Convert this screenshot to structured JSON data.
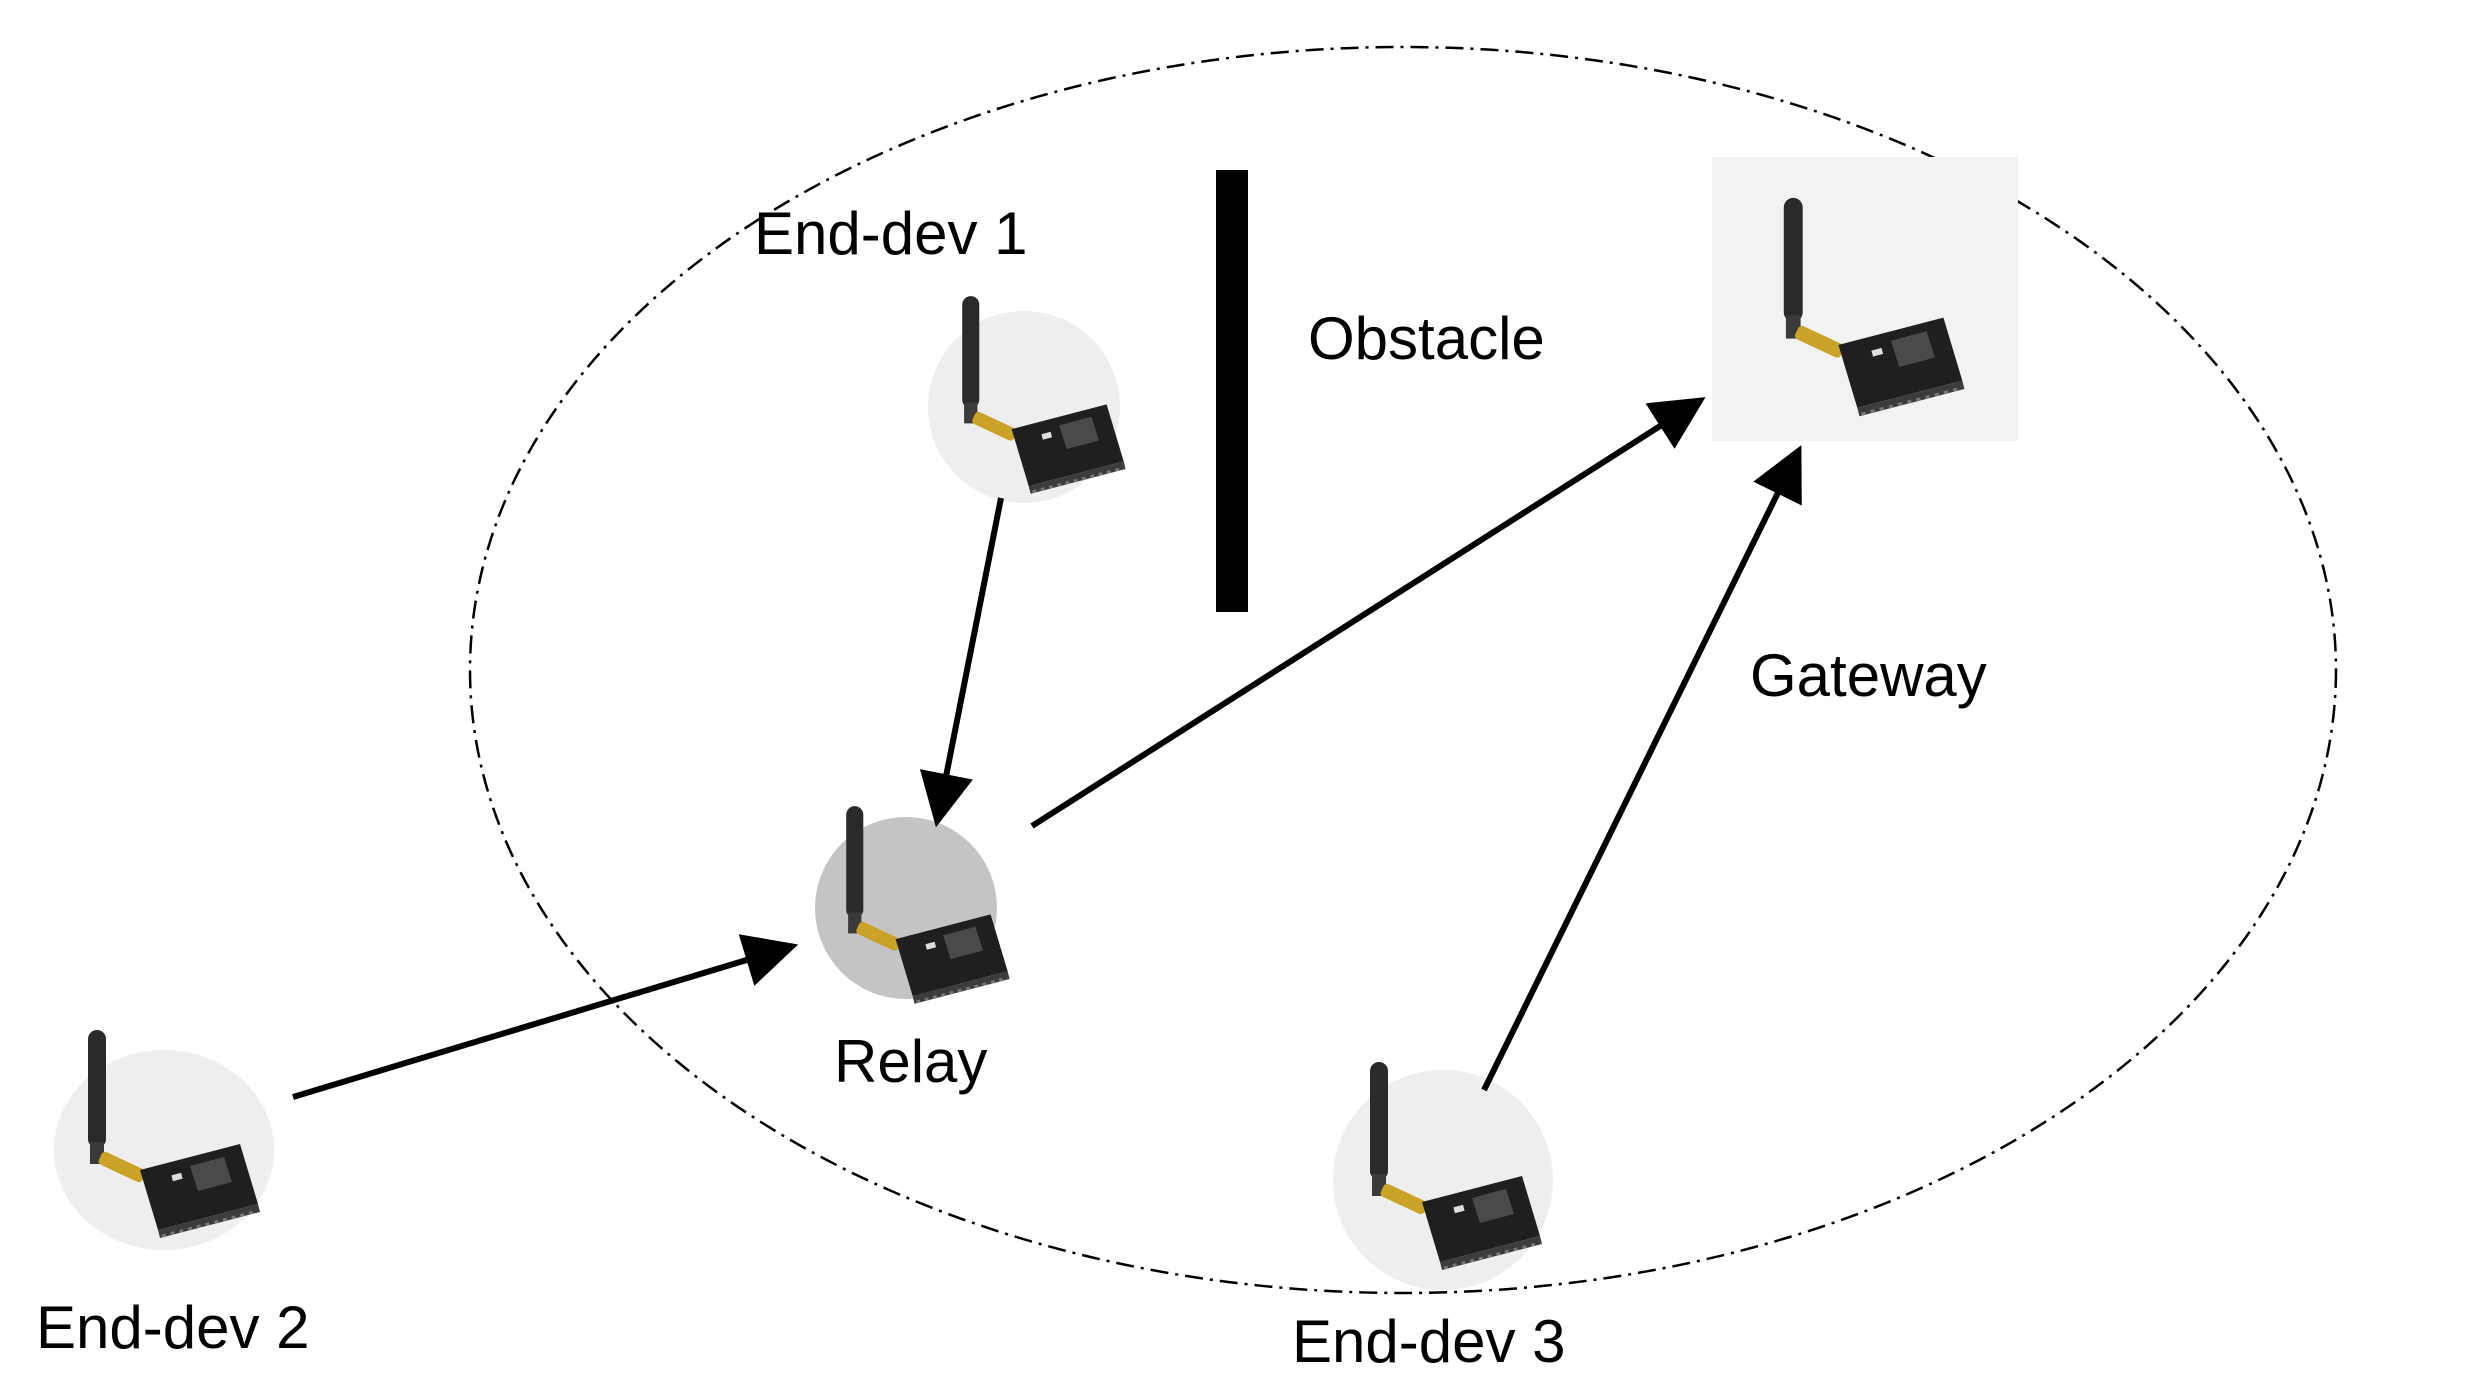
{
  "colors": {
    "stroke": "#000000",
    "node_halo": "#eeeeee",
    "relay_halo": "#c4c4c4",
    "gateway_box": "#f2f2f2",
    "module_board": "#1f1f1f",
    "antenna": "#2a2a2a",
    "connector": "#c9a227"
  },
  "nodes": {
    "end_dev_1": {
      "label": "End-dev 1",
      "icon": "radio-module-icon"
    },
    "end_dev_2": {
      "label": "End-dev 2",
      "icon": "radio-module-icon"
    },
    "end_dev_3": {
      "label": "End-dev 3",
      "icon": "radio-module-icon"
    },
    "relay": {
      "label": "Relay",
      "icon": "radio-module-icon"
    },
    "gateway": {
      "label": "Gateway",
      "icon": "radio-module-icon"
    }
  },
  "obstacle": {
    "label": "Obstacle"
  },
  "coverage_area": {
    "style": "dash-dot",
    "shape": "ellipse"
  }
}
